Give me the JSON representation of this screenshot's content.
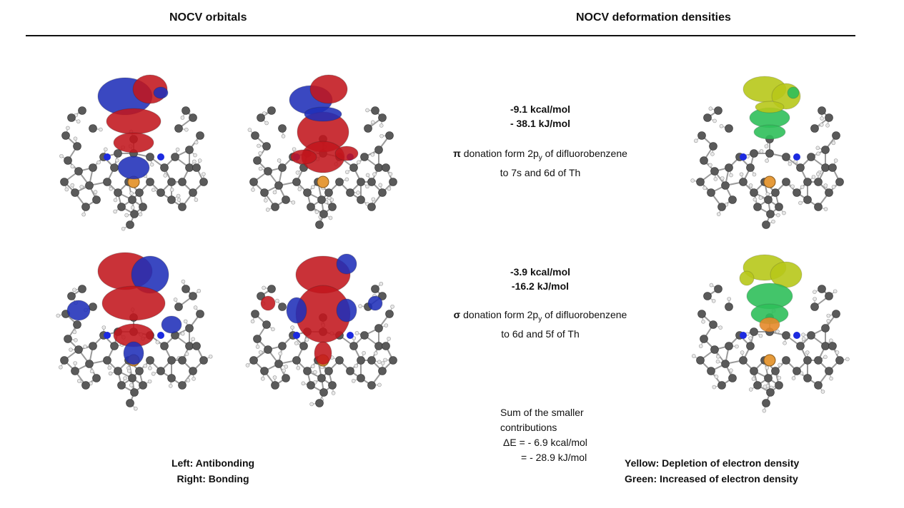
{
  "headers": {
    "left": "NOCV orbitals",
    "right": "NOCV deformation densities"
  },
  "rows": [
    {
      "energy_kcal": "-9.1 kcal/mol",
      "energy_kj": "- 38.1 kJ/mol",
      "symbol": "π",
      "desc_pre": " donation form 2p",
      "desc_sub": "y",
      "desc_post": " of difluorobenzene",
      "desc_line2": "to 7s and 6d of Th"
    },
    {
      "energy_kcal": "-3.9 kcal/mol",
      "energy_kj": "-16.2 kJ/mol",
      "symbol": "σ",
      "desc_pre": " donation form 2p",
      "desc_sub": "y",
      "desc_post": " of difluorobenzene",
      "desc_line2": "to 6d and 5f of Th"
    }
  ],
  "summary": {
    "line1": "Sum of the smaller",
    "line2": "contributions",
    "line3": "ΔE = - 6.9 kcal/mol",
    "line4": "= - 28.9 kJ/mol"
  },
  "legend_left": {
    "line1": "Left: Antibonding",
    "line2": "Right: Bonding"
  },
  "legend_right": {
    "line1": "Yellow: Depletion of electron density",
    "line2": "Green: Increased of electron density"
  },
  "colors": {
    "orbital_positive": "#c2161c",
    "orbital_negative": "#1f2fb8",
    "density_depletion": "#b7c81a",
    "density_increase": "#2fbf5a",
    "carbon_atom": "#5a5a5a",
    "nitrogen_atom": "#1c2ae0",
    "thorium_atom": "#e59a3a",
    "hydrogen_atom": "#e8e8e8"
  }
}
